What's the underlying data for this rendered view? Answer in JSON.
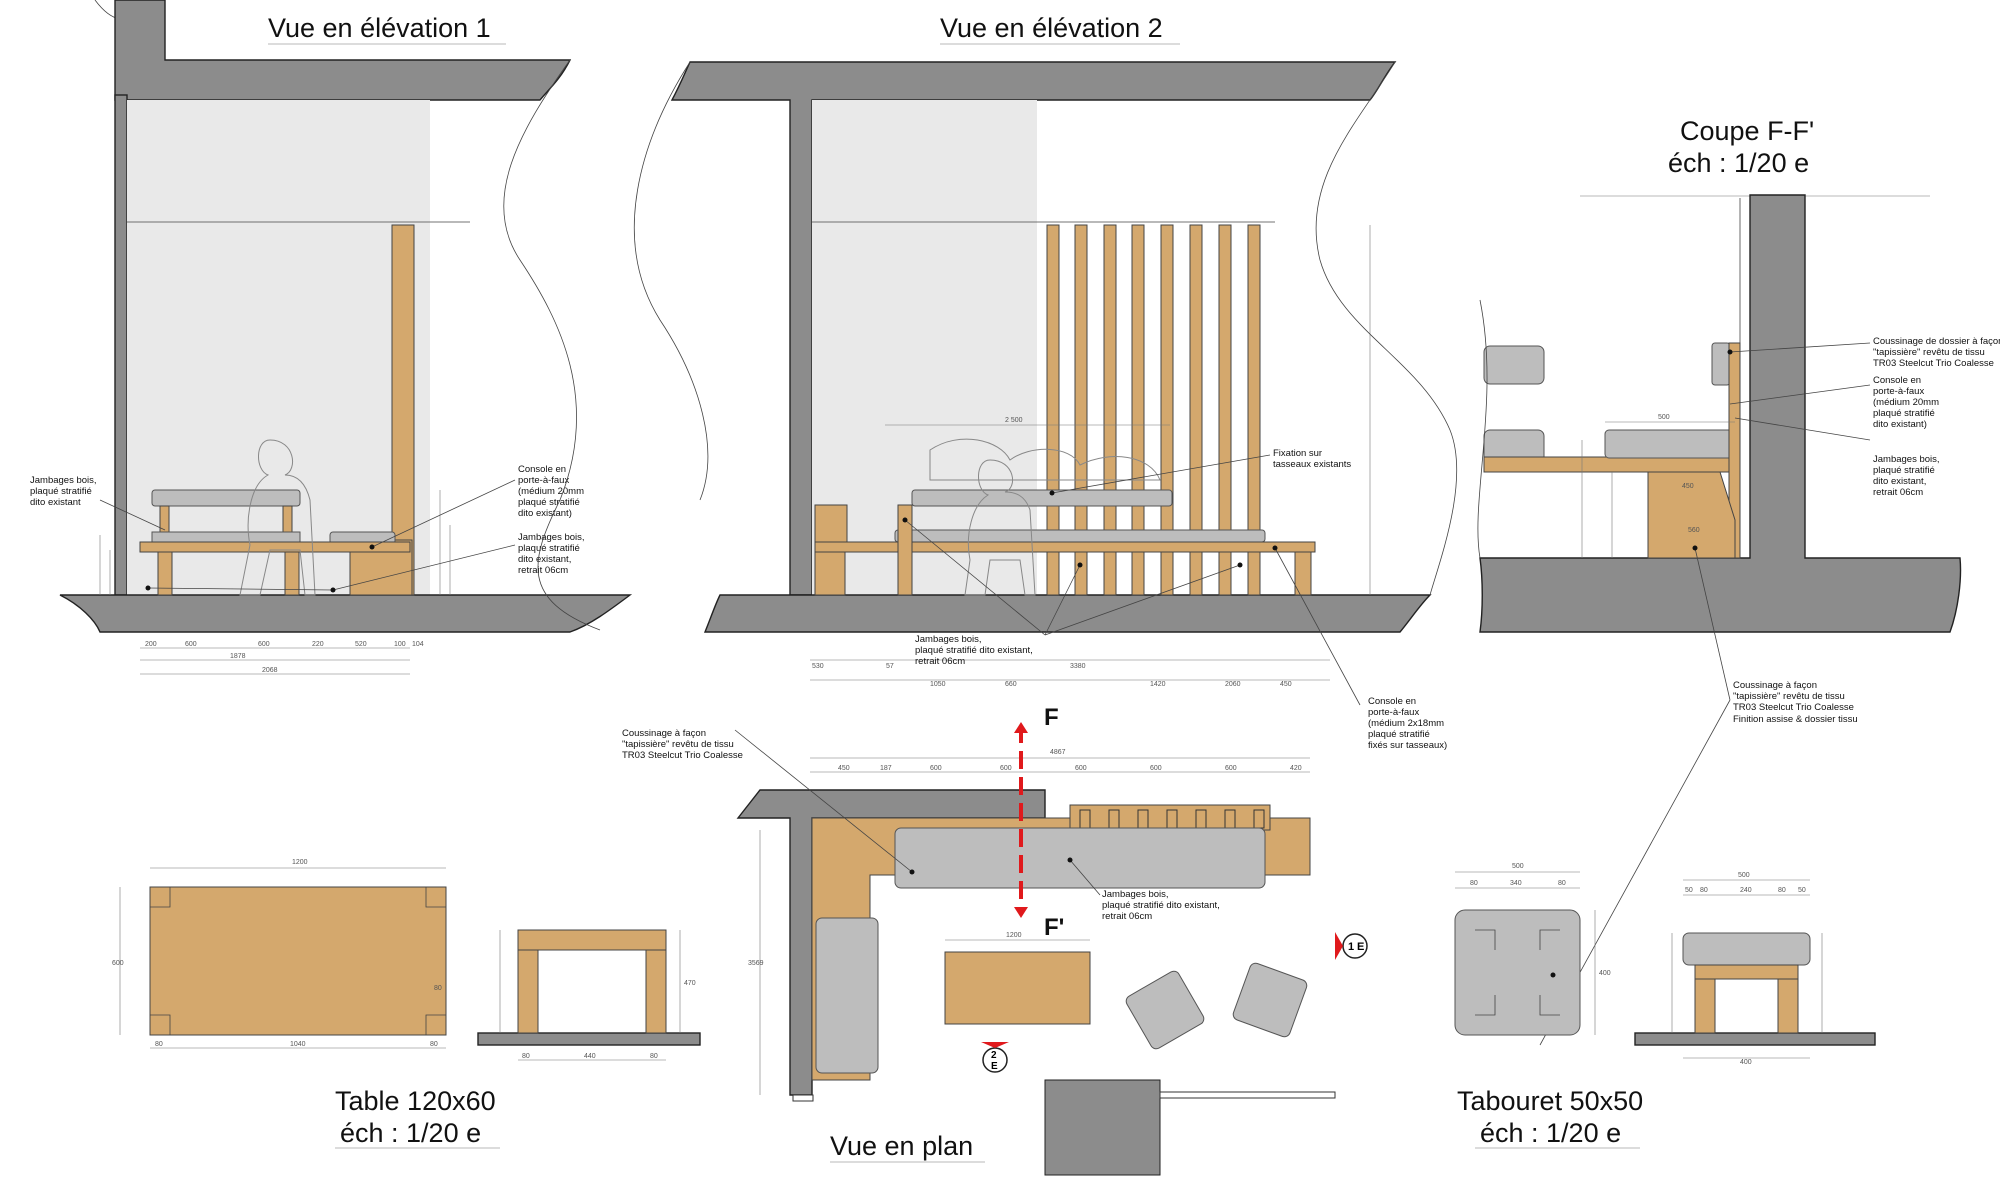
{
  "titles": {
    "elev1": "Vue en élévation 1",
    "elev2": "Vue en élévation 2",
    "coupe": "Coupe F-F'",
    "coupe_scale": "éch : 1/20 e",
    "table": "Table 120x60",
    "table_scale": "éch : 1/20 e",
    "plan": "Vue en plan",
    "tabouret": "Tabouret 50x50",
    "tabouret_scale": "éch : 1/20 e"
  },
  "notes": {
    "elev1_jambages": [
      "Jambages bois,",
      "plaqué stratifié",
      "dito existant"
    ],
    "elev1_console": [
      "Console en",
      "porte-à-faux",
      "(médium 20mm",
      "plaqué stratifié",
      "dito existant)"
    ],
    "elev1_jambages2": [
      "Jambages bois,",
      "plaqué stratifié",
      "dito existant,",
      "retrait 06cm"
    ],
    "elev2_fixation": [
      "Fixation sur",
      "tasseaux existants"
    ],
    "elev2_jambages": [
      "Jambages bois,",
      "plaqué stratifié dito existant,",
      "retrait 06cm"
    ],
    "elev2_console": [
      "Console en",
      "porte-à-faux",
      "(médium 2x18mm",
      "plaqué stratifié",
      "fixés sur tasseaux)"
    ],
    "plan_coussinage": [
      "Coussinage à façon",
      "\"tapissière\" revêtu de tissu",
      "TR03 Steelcut Trio Coalesse"
    ],
    "plan_jambages": [
      "Jambages bois,",
      "plaqué stratifié dito existant,",
      "retrait 06cm"
    ],
    "coupe_dossier": [
      "Coussinage de dossier à façon",
      "\"tapissière\" revêtu de tissu",
      "TR03 Steelcut Trio Coalesse"
    ],
    "coupe_console": [
      "Console en",
      "porte-à-faux",
      "(médium 20mm",
      "plaqué stratifié",
      "dito existant)"
    ],
    "coupe_jambages": [
      "Jambages bois,",
      "plaqué stratifié",
      "dito existant,",
      "retrait 06cm"
    ],
    "coupe_assise": [
      "Coussinage à façon",
      "\"tapissière\" revêtu de tissu",
      "TR03 Steelcut Trio Coalesse",
      "Finition assise & dossier tissu"
    ]
  },
  "markers": {
    "section_top": "F",
    "section_bottom": "F'",
    "elev_marker_1_num": "1",
    "elev_marker_1_letter": "E",
    "elev_marker_2_num": "2",
    "elev_marker_2_letter": "E"
  },
  "dims": {
    "elev1_bottom": [
      "200",
      "600",
      "600",
      "220",
      "520",
      "100",
      "104"
    ],
    "elev1_total_a": "1878",
    "elev1_total_b": "2068",
    "elev2_top": [
      "530",
      "57",
      "1050",
      "660",
      "3380",
      "1420",
      "2060",
      "450"
    ],
    "elev2_span": "2 500",
    "table_w": "1200",
    "table_h": "600",
    "table_bottom": [
      "80",
      "1040",
      "80"
    ],
    "table_leg": "80",
    "table_side_h": "470",
    "table_side_bottom": [
      "80",
      "440",
      "80"
    ],
    "plan_total": "4867",
    "plan_top": [
      "450",
      "187",
      "600",
      "600",
      "600",
      "600",
      "600",
      "420"
    ],
    "plan_table": "1200",
    "plan_side": "3569",
    "tabouret_top": "500",
    "tabouret_sub": [
      "80",
      "340",
      "80"
    ],
    "tabouret_h": "400",
    "tabouret_side_top": "500",
    "tabouret_side_sub": [
      "50",
      "80",
      "240",
      "80",
      "50"
    ],
    "tabouret_side_bottom": "400",
    "coupe_500": "500",
    "coupe_450": "450",
    "coupe_560": "560"
  },
  "colors": {
    "wall": "#8c8c8c",
    "wood": "#d4a86d",
    "cushion": "#bdbdbd",
    "section_line": "#e0191c",
    "background_zone": "#e9e9e9"
  }
}
